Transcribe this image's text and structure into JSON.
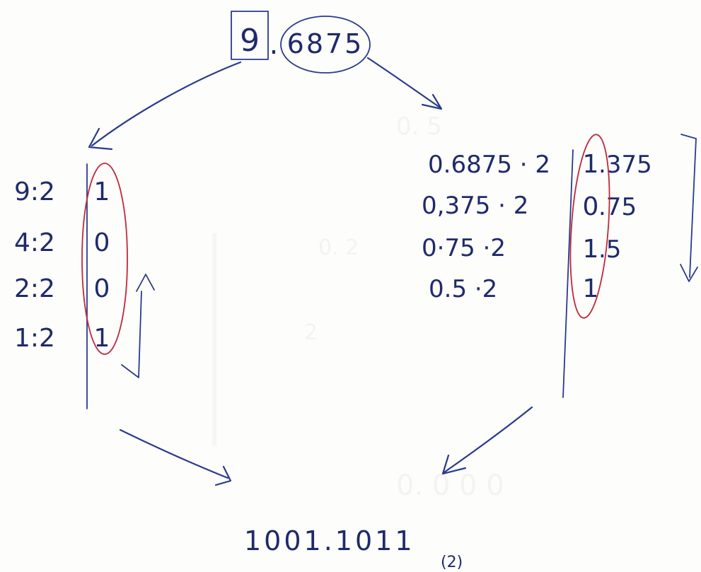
{
  "number": {
    "integer_part": "9",
    "separator": ".",
    "fraction_part": "6875"
  },
  "integer_conversion": {
    "rows": [
      {
        "operation": "9:2",
        "remainder": "1"
      },
      {
        "operation": "4:2",
        "remainder": "0"
      },
      {
        "operation": "2:2",
        "remainder": "0"
      },
      {
        "operation": "1:2",
        "remainder": "1"
      }
    ],
    "read_direction": "up"
  },
  "fraction_conversion": {
    "rows": [
      {
        "operation": "0.6875 · 2",
        "digit": "1",
        "rest": ".375"
      },
      {
        "operation": "0,375 · 2",
        "digit": "0",
        "rest": ".75"
      },
      {
        "operation": "0·75 ·2",
        "digit": "1",
        "rest": ".5"
      },
      {
        "operation": "0.5 ·2",
        "digit": "1",
        "rest": ""
      }
    ],
    "read_direction": "down"
  },
  "result": {
    "value": "1001.1011",
    "base": "(2)"
  },
  "colors": {
    "ink": "#2a3a8c",
    "highlight": "#c0283a"
  }
}
